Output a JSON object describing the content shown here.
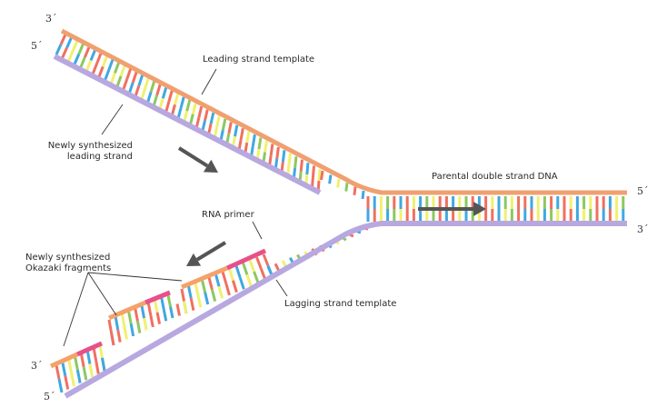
{
  "title": "DNA replication fork",
  "labels": {
    "leading_template": "Leading strand template",
    "new_leading_line1": "Newly synthesized",
    "new_leading_line2": "leading strand",
    "parental": "Parental double strand DNA",
    "rna_primer": "RNA primer",
    "okazaki_line1": "Newly synthesized",
    "okazaki_line2": "Okazaki fragments",
    "lagging_template": "Lagging strand template"
  },
  "ends": {
    "upper_top": "3´",
    "upper_bottom": "5´",
    "right_top": "5´",
    "right_bottom": "3´",
    "lower_top": "3´",
    "lower_bottom": "5´"
  },
  "colors": {
    "template_backbone": "#f0a070",
    "leading_new_backbone": "#b8a8e0",
    "lagging_template_backbone": "#b8a8e0",
    "okazaki_backbone": "#f5a26a",
    "rna_primer": "#e8508a",
    "base_red": "#f07060",
    "base_blue": "#40a8e0",
    "base_yellow": "#f0f070",
    "base_green": "#8cc860",
    "arrow": "#555555"
  },
  "base_pattern": [
    "red",
    "blue",
    "yellow",
    "green",
    "red",
    "blue",
    "red",
    "yellow",
    "blue",
    "green",
    "yellow",
    "red"
  ]
}
